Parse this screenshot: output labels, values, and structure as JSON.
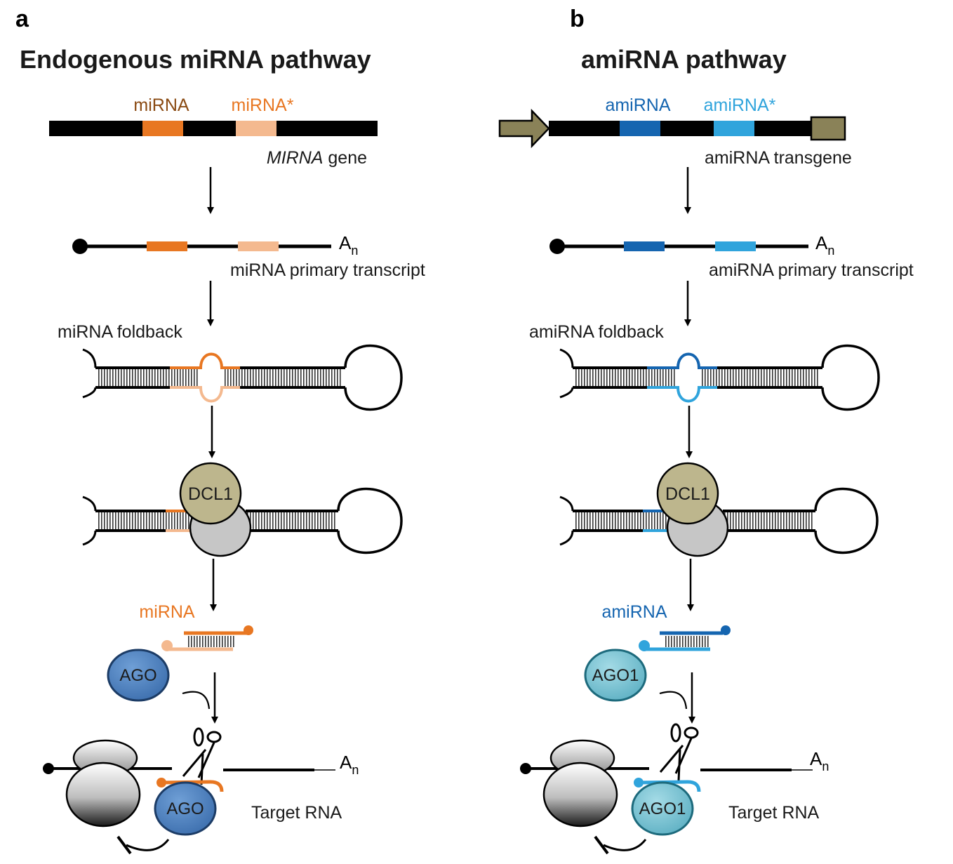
{
  "panel_a": {
    "letter": "a",
    "title": "Endogenous miRNA pathway",
    "gene_mirna_label": "miRNA",
    "gene_mirna_star_label": "miRNA*",
    "gene_label_italic": "MIRNA",
    "gene_label_suffix": " gene",
    "polyA": "A",
    "polyA_sub": "n",
    "primary_transcript_label": "miRNA primary transcript",
    "foldback_label": "miRNA foldback",
    "dicer_label": "DCL1",
    "duplex_label": "miRNA",
    "argonaute_label": "AGO",
    "target_label": "Target RNA",
    "colors": {
      "guide": "#e87722",
      "star": "#f4b98f",
      "ago": "#4a7ebf"
    }
  },
  "panel_b": {
    "letter": "b",
    "title": "amiRNA pathway",
    "gene_mirna_label": "amiRNA",
    "gene_mirna_star_label": "amiRNA*",
    "gene_label": "amiRNA transgene",
    "polyA": "A",
    "polyA_sub": "n",
    "primary_transcript_label": "amiRNA primary transcript",
    "foldback_label": "amiRNA foldback",
    "dicer_label": "DCL1",
    "duplex_label": "amiRNA",
    "argonaute_label": "AGO1",
    "target_label": "Target RNA",
    "colors": {
      "guide": "#1565b0",
      "star": "#30a4dc",
      "ago": "#7cc3d4",
      "promoter": "#8a8258"
    }
  }
}
